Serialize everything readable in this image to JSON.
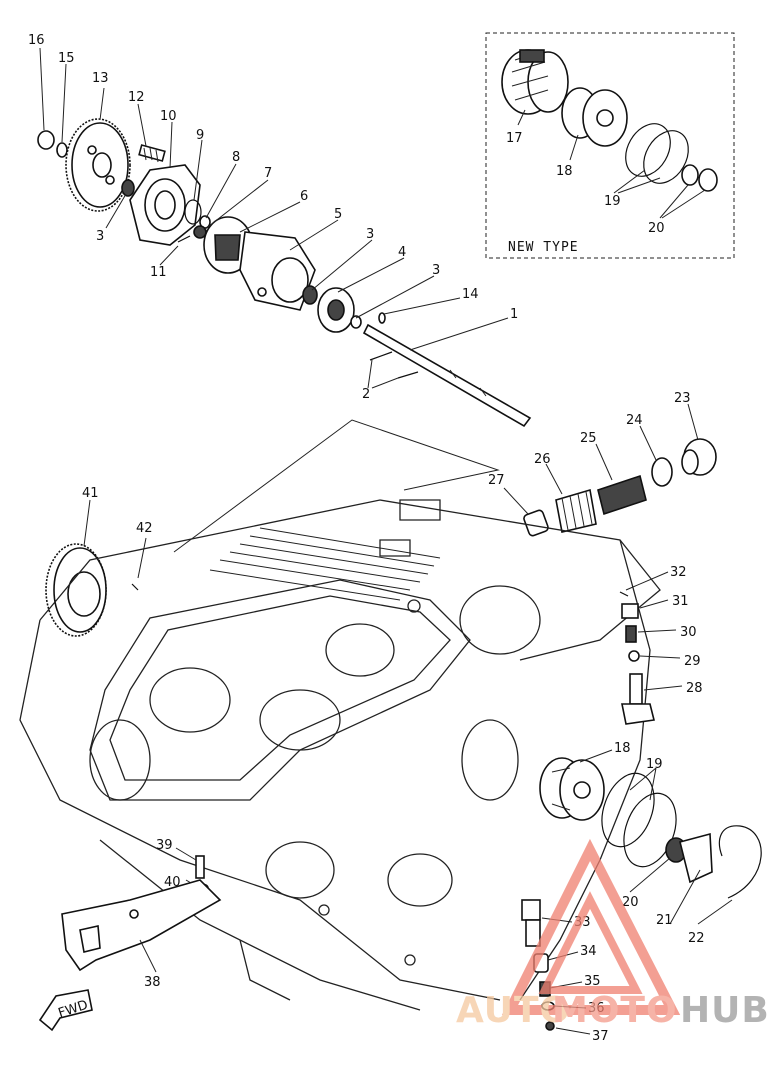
{
  "diagram": {
    "inset_title": "NEW TYPE",
    "fwd_label": "FWD",
    "callouts": [
      "16",
      "15",
      "13",
      "12",
      "10",
      "9",
      "8",
      "7",
      "6",
      "5",
      "3",
      "3",
      "3",
      "4",
      "14",
      "1",
      "2",
      "11",
      "17",
      "18",
      "19",
      "20",
      "23",
      "24",
      "25",
      "26",
      "27",
      "41",
      "42",
      "32",
      "31",
      "30",
      "29",
      "28",
      "18",
      "19",
      "20",
      "21",
      "22",
      "39",
      "40",
      "38",
      "33",
      "34",
      "35",
      "36",
      "37"
    ]
  },
  "watermark": {
    "part1": "AUTO",
    "part2": "MOTO",
    "part3": "HUB",
    "colors": {
      "auto": "#f5c9a0",
      "moto": "#f39a8a",
      "hub": "#9a9a9a",
      "triangle": "#f08070"
    }
  }
}
